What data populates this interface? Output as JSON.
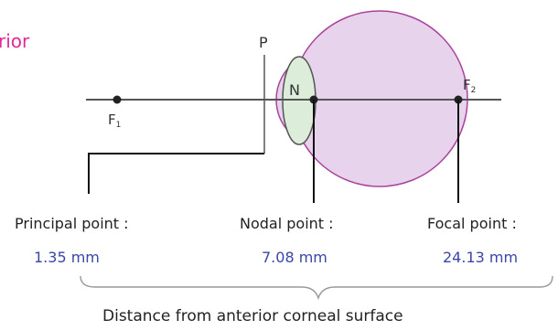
{
  "corner_label": "rior",
  "points": {
    "p": "P",
    "n": "N",
    "f1": "F",
    "f1_sub": "1",
    "f2": "F",
    "f2_sub": "2"
  },
  "annotations": [
    {
      "label": "Principal point :",
      "value": "1.35 mm"
    },
    {
      "label": "Nodal point :",
      "value": "7.08 mm"
    },
    {
      "label": "Focal point :",
      "value": "24.13 mm"
    }
  ],
  "caption": "Distance from anterior corneal surface",
  "colors": {
    "eye_fill": "#E8D3EC",
    "eye_stroke": "#A9439C",
    "lens_fill": "#DCEDDA",
    "accent_pink": "#E0289A",
    "value_blue": "#3A46A8",
    "line": "#222222"
  }
}
